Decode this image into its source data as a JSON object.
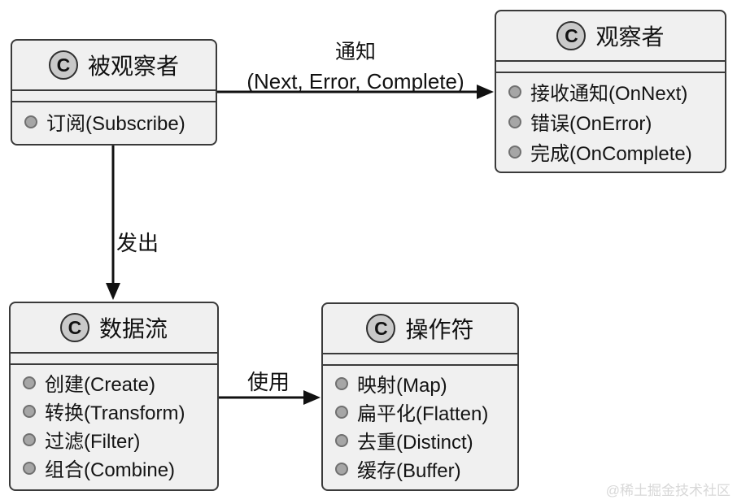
{
  "diagram": {
    "classes": {
      "observable": {
        "stereotype": "C",
        "title": "被观察者",
        "methods": [
          "订阅(Subscribe)"
        ]
      },
      "observer": {
        "stereotype": "C",
        "title": "观察者",
        "methods": [
          "接收通知(OnNext)",
          "错误(OnError)",
          "完成(OnComplete)"
        ]
      },
      "stream": {
        "stereotype": "C",
        "title": "数据流",
        "methods": [
          "创建(Create)",
          "转换(Transform)",
          "过滤(Filter)",
          "组合(Combine)"
        ]
      },
      "operators": {
        "stereotype": "C",
        "title": "操作符",
        "methods": [
          "映射(Map)",
          "扁平化(Flatten)",
          "去重(Distinct)",
          "缓存(Buffer)"
        ]
      }
    },
    "edges": {
      "notify": {
        "label_line1": "通知",
        "label_line2": "(Next, Error, Complete)"
      },
      "emit": {
        "label": "发出"
      },
      "use": {
        "label": "使用"
      }
    },
    "watermark": "@稀土掘金技术社区",
    "colors": {
      "box_fill": "#f0f0f0",
      "box_border": "#3a3a3a",
      "circle_fill": "#c9c9c9",
      "bullet_fill": "#a6a6a6",
      "arrow": "#111111",
      "watermark": "#d8d8d8"
    }
  }
}
